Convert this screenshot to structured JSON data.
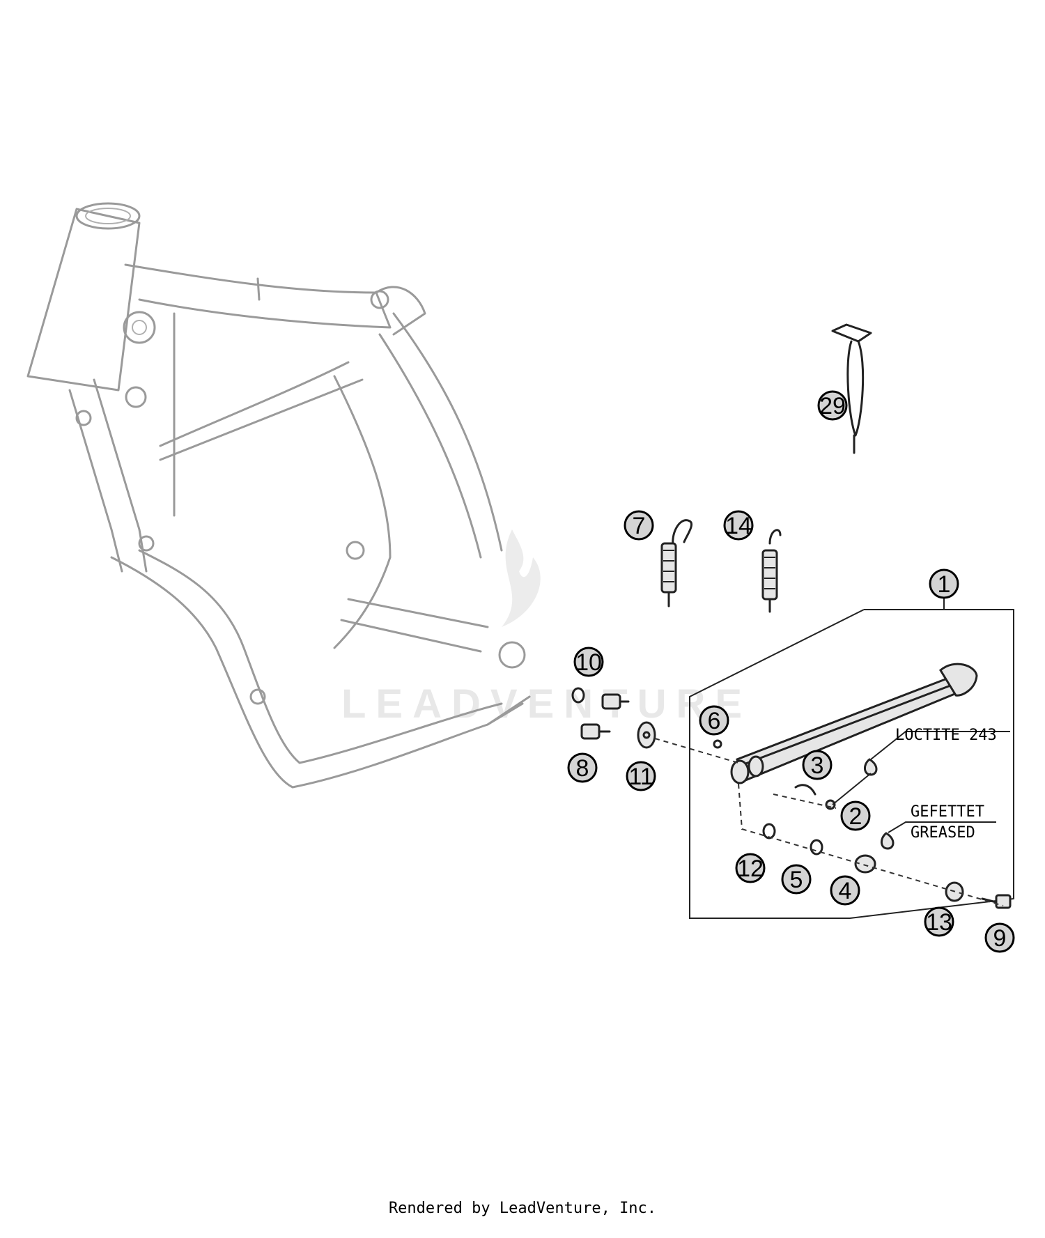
{
  "diagram": {
    "watermark": "LEADVENTURE",
    "callouts": [
      "1",
      "2",
      "3",
      "4",
      "5",
      "6",
      "7",
      "8",
      "9",
      "10",
      "11",
      "12",
      "13",
      "14",
      "29"
    ],
    "notes": {
      "loctite": "LOCTITE 243",
      "gefettet": "GEFETTET",
      "greased": "GREASED"
    }
  },
  "footer": {
    "credit": "Rendered by LeadVenture, Inc."
  }
}
